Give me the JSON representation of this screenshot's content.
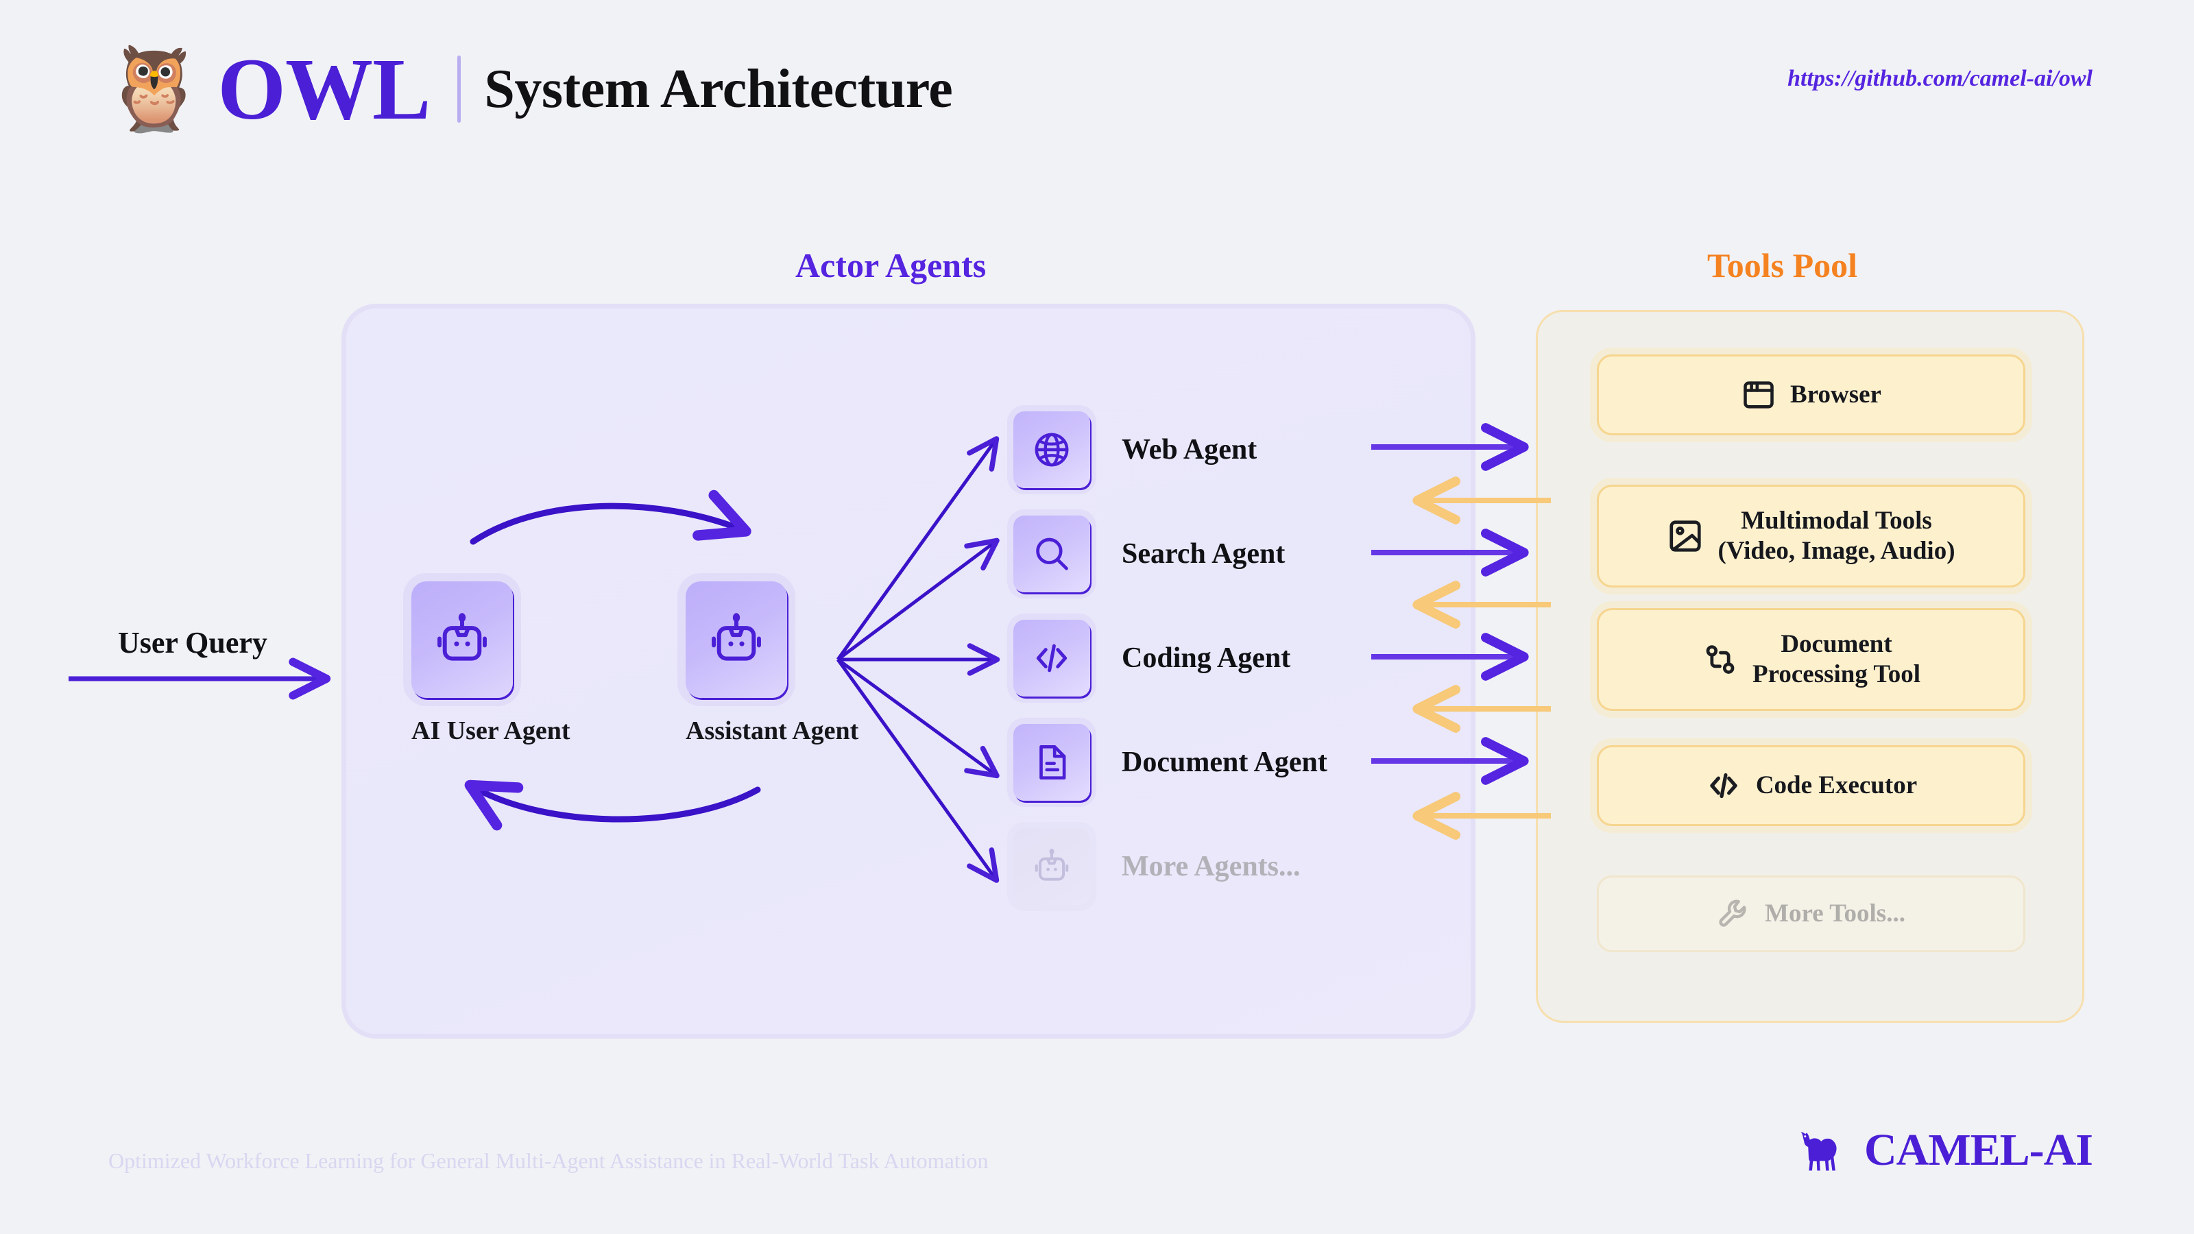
{
  "header": {
    "owl_icon": "owl-emoji",
    "brand": "OWL",
    "subtitle": "System Architecture",
    "repo_url": "https://github.com/camel-ai/owl"
  },
  "sections": {
    "actor_agents_title": "Actor Agents",
    "tools_pool_title": "Tools Pool"
  },
  "flow": {
    "user_query_label": "User Query"
  },
  "core_agents": [
    {
      "id": "ai-user-agent",
      "label": "AI User Agent",
      "icon": "robot-icon"
    },
    {
      "id": "assistant-agent",
      "label": "Assistant Agent",
      "icon": "robot-icon"
    }
  ],
  "actor_agents": [
    {
      "id": "web-agent",
      "label": "Web Agent",
      "icon": "globe-icon",
      "muted": false
    },
    {
      "id": "search-agent",
      "label": "Search Agent",
      "icon": "search-icon",
      "muted": false
    },
    {
      "id": "coding-agent",
      "label": "Coding Agent",
      "icon": "code-icon",
      "muted": false
    },
    {
      "id": "document-agent",
      "label": "Document Agent",
      "icon": "document-icon",
      "muted": false
    },
    {
      "id": "more-agents",
      "label": "More Agents...",
      "icon": "robot-icon",
      "muted": true
    }
  ],
  "tools": [
    {
      "id": "browser",
      "label": "Browser",
      "icon": "browser-window-icon",
      "muted": false
    },
    {
      "id": "multimodal-tools",
      "label": "Multimodal Tools\n(Video, Image, Audio)",
      "line1": "Multimodal Tools",
      "line2": "(Video, Image, Audio)",
      "icon": "image-icon",
      "muted": false
    },
    {
      "id": "document-processing-tool",
      "label": "Document\nProcessing Tool",
      "line1": "Document",
      "line2": "Processing Tool",
      "icon": "git-compare-icon",
      "muted": false
    },
    {
      "id": "code-executor",
      "label": "Code Executor",
      "icon": "code-icon",
      "muted": false
    },
    {
      "id": "more-tools",
      "label": "More Tools...",
      "icon": "wrench-icon",
      "muted": true
    }
  ],
  "footer": {
    "tagline": "Optimized Workforce Learning for General Multi-Agent Assistance in Real-World Task Automation",
    "brand": "CAMEL-AI",
    "brand_icon": "camel-icon"
  },
  "colors": {
    "background": "#f1f2f6",
    "purple_accent": "#5524e0",
    "purple_deep": "#4a1fd6",
    "orange_accent": "#f58220",
    "orange_arrow": "#f7c978",
    "muted_text": "#b3b1b8",
    "tool_card_bg": "#fdf0cd",
    "tool_card_border": "#f6d58f",
    "actor_panel_bg": "#eae8fb",
    "tools_panel_bg": "#f0efe9"
  }
}
